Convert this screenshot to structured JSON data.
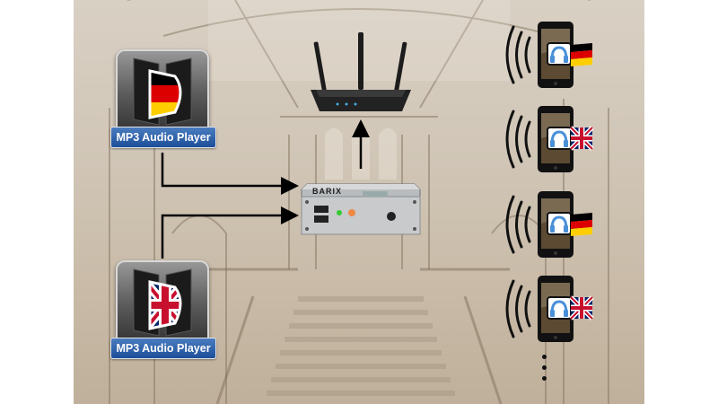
{
  "players": [
    {
      "label": "MP3 Audio Player",
      "language": "German"
    },
    {
      "label": "MP3 Audio Player",
      "language": "English"
    }
  ],
  "device": {
    "brand": "BARIX"
  },
  "router": {
    "icon": "wifi-router-icon"
  },
  "phones": [
    {
      "language": "German",
      "icon": "headphones-icon"
    },
    {
      "language": "English",
      "icon": "headphones-icon"
    },
    {
      "language": "German",
      "icon": "headphones-icon"
    },
    {
      "language": "English",
      "icon": "headphones-icon"
    }
  ],
  "colors": {
    "label_blue": "#1d4f99",
    "flag_black": "#000000",
    "flag_red": "#dd0000",
    "flag_gold": "#ffce00",
    "uk_blue": "#012169",
    "uk_red": "#c8102e"
  }
}
